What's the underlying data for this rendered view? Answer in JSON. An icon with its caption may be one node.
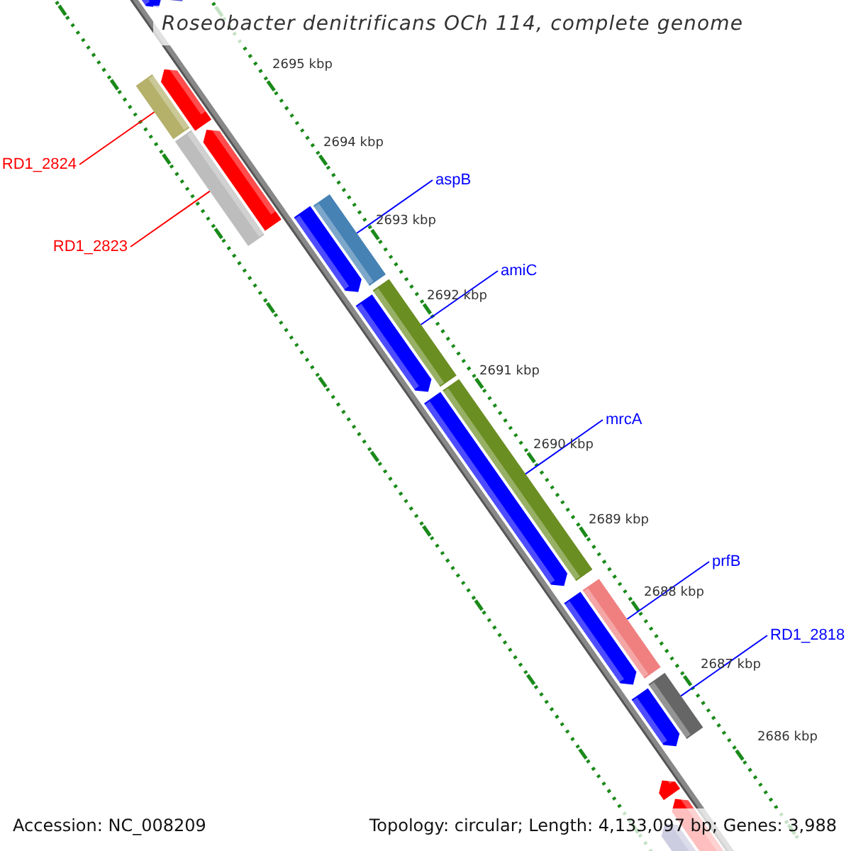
{
  "diagram": {
    "title": "Roseobacter denitrificans OCh 114, complete genome",
    "nodes": [
      {
        "text": [
          "RD1_2824"
        ]
      },
      {
        "text": [],
        "shape": "bar"
      },
      {
        "text": [
          "RD1_2823"
        ]
      },
      {
        "text": [],
        "shape": "bar"
      },
      {
        "text": [
          "aspB"
        ]
      },
      {
        "text": [],
        "shape": "bar"
      },
      {
        "text": [
          "amiC"
        ]
      },
      {
        "text": [],
        "shape": "bar"
      },
      {
        "text": [
          "mrcA"
        ]
      },
      {
        "text": [],
        "shape": "bar"
      },
      {
        "text": [
          "prfB"
        ]
      },
      {
        "text": [],
        "shape": "bar"
      },
      {
        "text": [
          "RD1_2818"
        ]
      },
      {
        "text": [],
        "shape": "bar"
      }
    ],
    "edges": [
      {
        "from": 0,
        "to": 1,
        "arrow": "none",
        "color": "#ff0000"
      },
      {
        "from": 2,
        "to": 3,
        "arrow": "none",
        "color": "#ff0000"
      },
      {
        "from": 4,
        "to": 5,
        "arrow": "none"
      },
      {
        "from": 6,
        "to": 7,
        "arrow": "none"
      },
      {
        "from": 8,
        "to": 9,
        "arrow": "none"
      },
      {
        "from": 10,
        "to": 11,
        "arrow": "none"
      },
      {
        "from": 12,
        "to": 13,
        "arrow": "none"
      }
    ],
    "labels": [
      "2695 kbp",
      "2694 kbp",
      "2693 kbp",
      "2692 kbp",
      "2691 kbp",
      "2690 kbp",
      "2689 kbp",
      "2688 kbp",
      "2687 kbp",
      "2686 kbp",
      "Accession: NC_008209",
      "Topology: circular; Length: 4,133,097 bp; Genes: 3,988"
    ]
  }
}
